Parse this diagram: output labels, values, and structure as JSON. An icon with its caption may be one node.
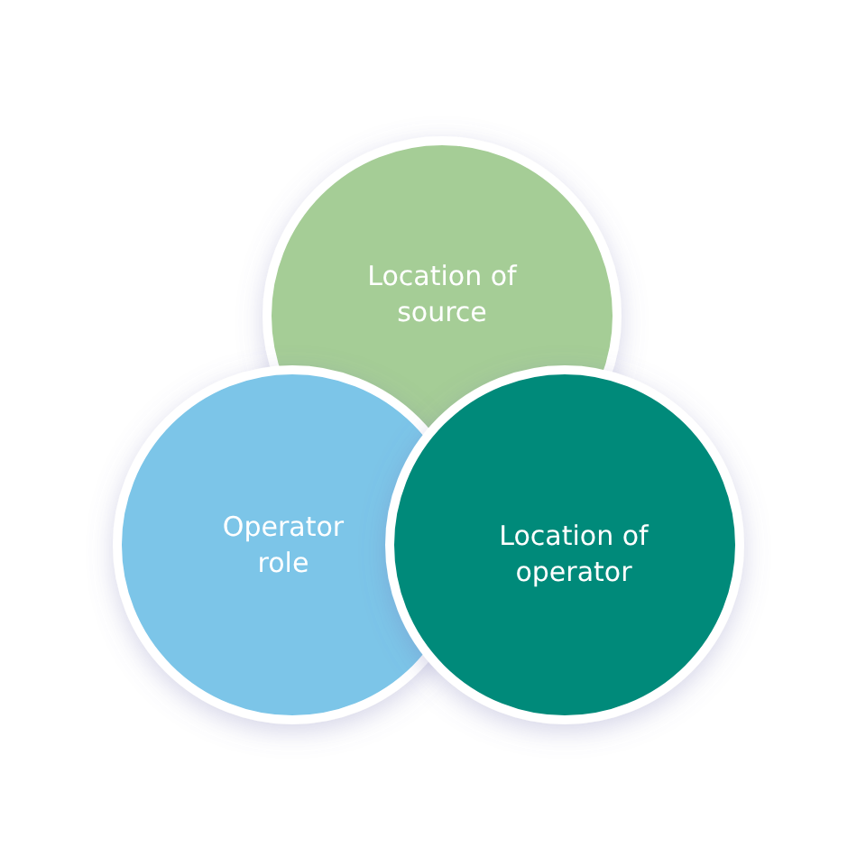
{
  "diagram": {
    "nodes": [
      {
        "text": [
          "Location of source"
        ]
      },
      {
        "text": [
          "Operator role"
        ]
      },
      {
        "text": [
          "Location of operator"
        ]
      }
    ],
    "edges": []
  }
}
